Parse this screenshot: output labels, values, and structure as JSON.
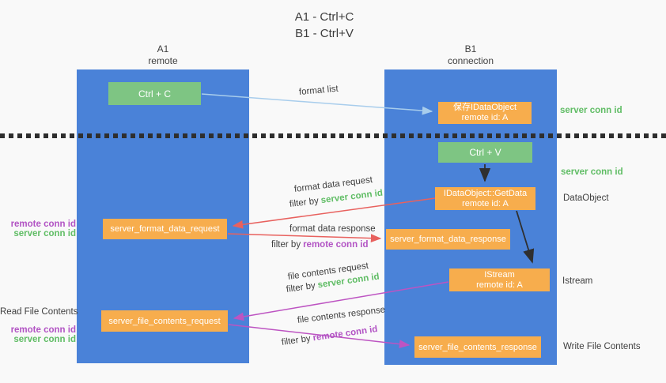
{
  "title": {
    "line1": "A1 - Ctrl+C",
    "line2": "B1 - Ctrl+V"
  },
  "columns": {
    "left": {
      "header_top": "A1",
      "header_bottom": "remote"
    },
    "right": {
      "header_top": "B1",
      "header_bottom": "connection"
    }
  },
  "nodes": {
    "ctrl_c": {
      "label": "Ctrl + C"
    },
    "save_idataobject": {
      "line1": "保存IDataObject",
      "line2": "remote id: A"
    },
    "ctrl_v": {
      "label": "Ctrl + V"
    },
    "getdata": {
      "line1": "IDataObject::GetData",
      "line2": "remote id: A"
    },
    "format_request": {
      "label": "server_format_data_request"
    },
    "format_response": {
      "label": "server_format_data_response"
    },
    "istream": {
      "line1": "IStream",
      "line2": "remote id: A"
    },
    "file_request": {
      "label": "server_file_contents_request"
    },
    "file_response": {
      "label": "server_file_contents_response"
    }
  },
  "flow_labels": {
    "format_list": "format list",
    "format_data_request": "format data request",
    "format_data_response": "format data response",
    "file_contents_request": "file contents request",
    "file_contents_response": "file contents response",
    "filter_by": "filter by",
    "server_conn_id": "server conn id",
    "remote_conn_id": "remote conn id"
  },
  "side_labels": {
    "right_server_conn_id_top": "server conn id",
    "right_server_conn_id_mid": "server conn id",
    "dataobject": "DataObject",
    "istream": "Istream",
    "write_file_contents": "Write File Contents",
    "left_remote_conn_id_top": "remote conn id",
    "left_server_conn_id_top": "server conn id",
    "read_file_contents": "Read File Contents",
    "left_remote_conn_id_bottom": "remote conn id",
    "left_server_conn_id_bottom": "server conn id"
  },
  "colors": {
    "background": "#f9f9f9",
    "lane_blue": "#4a82d8",
    "box_green": "#7ec583",
    "box_orange": "#f7ad4d",
    "arrow_light_blue": "#a8cdec",
    "arrow_red": "#e8615e",
    "arrow_magenta": "#bd54c2",
    "arrow_black": "#2f2f2f",
    "text_green": "#60bd65",
    "text_purple": "#b254c4",
    "text_dark": "#3f3f3f"
  }
}
